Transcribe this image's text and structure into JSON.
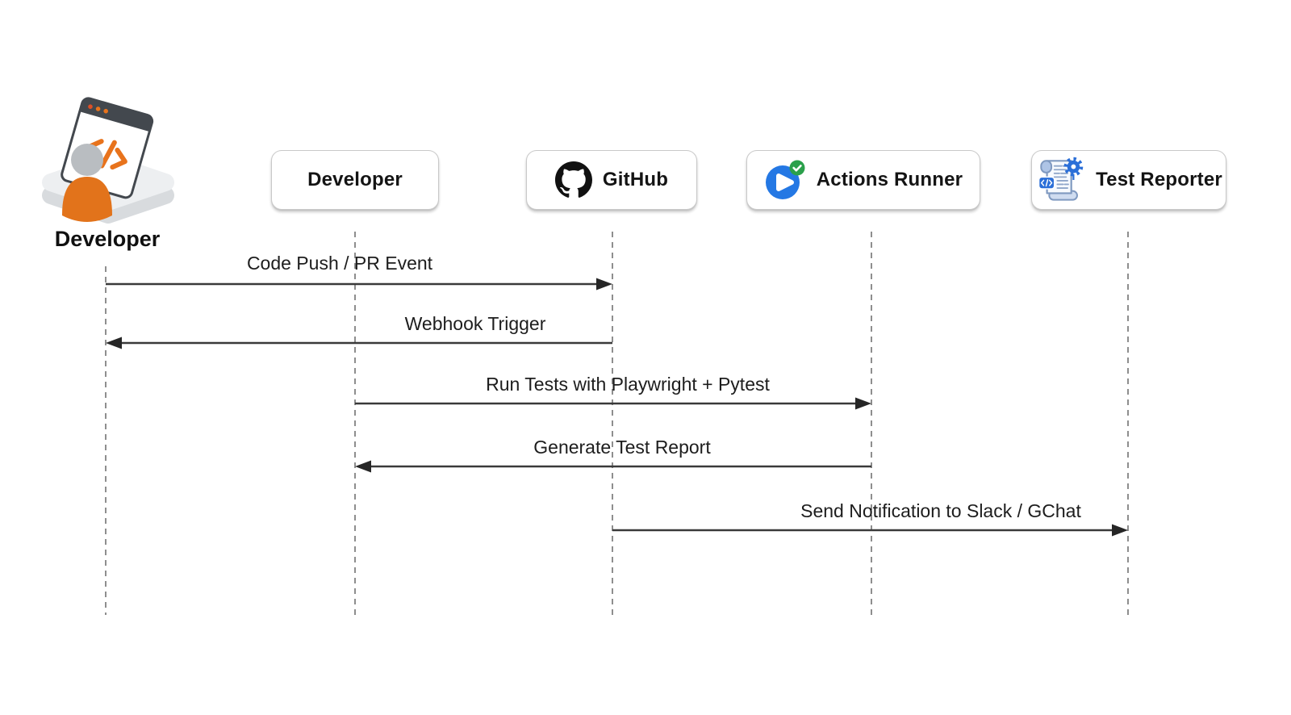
{
  "diagram": {
    "actors": [
      {
        "id": "developer-user",
        "label": "Developer",
        "kind": "figure",
        "icon": "developer-workstation-icon"
      },
      {
        "id": "developer",
        "label": "Developer",
        "kind": "participant-box",
        "icon": "none"
      },
      {
        "id": "github",
        "label": "GitHub",
        "kind": "participant-box",
        "icon": "github-icon"
      },
      {
        "id": "actions-runner",
        "label": "Actions Runner",
        "kind": "participant-box",
        "icon": "actions-runner-icon"
      },
      {
        "id": "test-reporter",
        "label": "Test Reporter",
        "kind": "participant-box",
        "icon": "test-reporter-icon"
      }
    ],
    "messages": [
      {
        "label": "Code Push / PR Event",
        "from": "developer-user",
        "to": "github",
        "direction": "right"
      },
      {
        "label": "Webhook Trigger",
        "from": "github",
        "to": "developer-user",
        "direction": "left"
      },
      {
        "label": "Run Tests with Playwright + Pytest",
        "from": "developer",
        "to": "actions-runner",
        "direction": "right"
      },
      {
        "label": "Generate Test Report",
        "from": "actions-runner",
        "to": "developer",
        "direction": "left"
      },
      {
        "label": "Send Notification to Slack / GChat",
        "from": "github",
        "to": "test-reporter",
        "direction": "right"
      }
    ],
    "colors": {
      "background": "#ffffff",
      "arrow": "#3a3a3a",
      "lifeline": "#7a7a7a",
      "box_border": "#c9c9c9",
      "text": "#1d1d1d",
      "accent_orange": "#e8731c",
      "github_black": "#111111",
      "actions_blue": "#2478e4",
      "badge_green": "#2ba04b",
      "reporter_blue": "#2b6fd8",
      "reporter_light_blue": "#aec4e6"
    }
  }
}
